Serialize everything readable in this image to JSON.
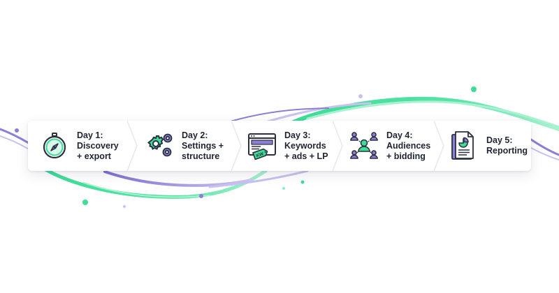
{
  "steps": [
    {
      "line1": "Day 1:",
      "line2": "Discovery",
      "line3": "+ export",
      "icon": "compass-icon"
    },
    {
      "line1": "Day 2:",
      "line2": "Settings +",
      "line3": "structure",
      "icon": "gears-icon"
    },
    {
      "line1": "Day 3:",
      "line2": "Keywords",
      "line3": "+ ads + LP",
      "icon": "browser-keyword-tag-icon"
    },
    {
      "line1": "Day 4:",
      "line2": "Audiences",
      "line3": "+ bidding",
      "icon": "audience-network-icon"
    },
    {
      "line1": "Day 5:",
      "line2": "Reporting",
      "line3": "",
      "icon": "report-pie-chart-icon"
    }
  ],
  "colors": {
    "green": "#3ddc97",
    "green_light": "#8df0c2",
    "purple": "#8b7fd6",
    "purple_light": "#c9c2f0",
    "text": "#1f2433",
    "icon_stroke": "#2b3040"
  }
}
